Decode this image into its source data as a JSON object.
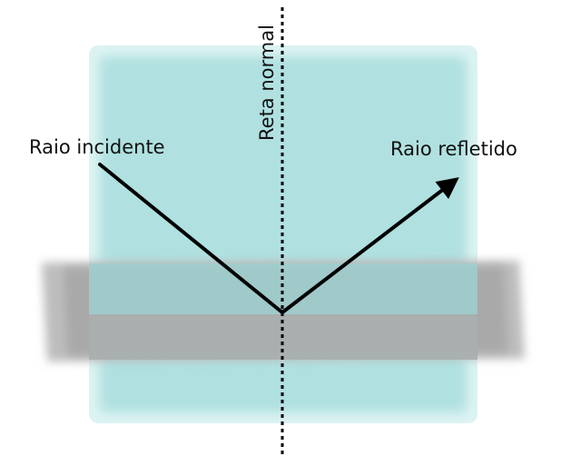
{
  "labels": {
    "incident": "Raio incidente",
    "reflected": "Raio refletido",
    "normal": "Reta normal"
  },
  "colors": {
    "background": "#ffffff",
    "upper_medium": "#b0e0e0",
    "surface_band": "#a7a7a7",
    "rays": "#000000"
  }
}
